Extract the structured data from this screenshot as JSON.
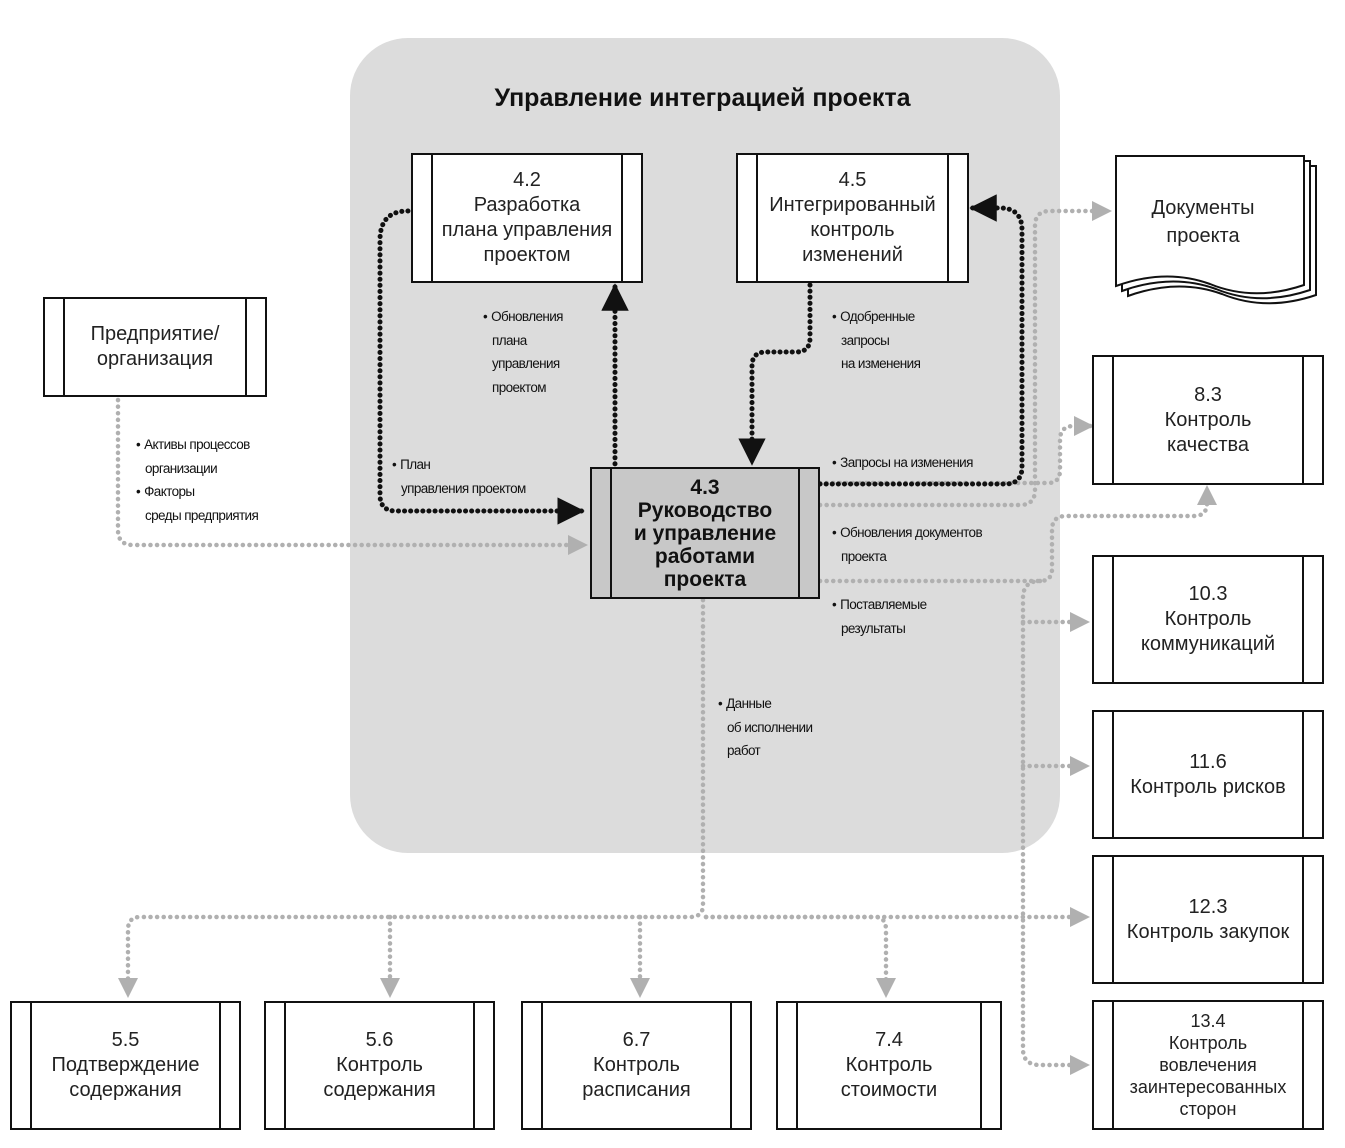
{
  "group": {
    "title": "Управление интеграцией проекта"
  },
  "processes": {
    "p42": {
      "num": "4.2",
      "lines": [
        "Разработка",
        "плана управления",
        "проектом"
      ]
    },
    "p45": {
      "num": "4.5",
      "lines": [
        "Интегрированный",
        "контроль",
        "изменений"
      ]
    },
    "p43": {
      "num": "4.3",
      "lines": [
        "Руководство",
        "и управление",
        "работами",
        "проекта"
      ]
    },
    "p83": {
      "num": "8.3",
      "lines": [
        "Контроль",
        "качества"
      ]
    },
    "p103": {
      "num": "10.3",
      "lines": [
        "Контроль",
        "коммуникаций"
      ]
    },
    "p116": {
      "num": "11.6",
      "lines": [
        "Контроль рисков"
      ]
    },
    "p123": {
      "num": "12.3",
      "lines": [
        "Контроль закупок"
      ]
    },
    "p134": {
      "num": "13.4",
      "lines": [
        "Контроль",
        "вовлечения",
        "заинтересованных",
        "сторон"
      ]
    },
    "p55": {
      "num": "5.5",
      "lines": [
        "Подтверждение",
        "содержания"
      ]
    },
    "p56": {
      "num": "5.6",
      "lines": [
        "Контроль",
        "содержания"
      ]
    },
    "p67": {
      "num": "6.7",
      "lines": [
        "Контроль",
        "расписания"
      ]
    },
    "p74": {
      "num": "7.4",
      "lines": [
        "Контроль",
        "стоимости"
      ]
    }
  },
  "externals": {
    "enterprise": {
      "lines": [
        "Предприятие/",
        "организация"
      ]
    },
    "documents": {
      "lines": [
        "Документы",
        "проекта"
      ]
    }
  },
  "labels": {
    "plan_updates": [
      "Обновления",
      "плана",
      "управления",
      "проектом"
    ],
    "approved_changes": [
      "Одобренные",
      "запросы",
      "на изменения"
    ],
    "plan": [
      "План",
      "управления проектом"
    ],
    "org_assets": [
      "Активы процессов",
      "организации"
    ],
    "env_factors": [
      "Факторы",
      "среды предприятия"
    ],
    "change_requests": [
      "Запросы на изменения"
    ],
    "doc_updates": [
      "Обновления документов",
      "проекта"
    ],
    "deliverables": [
      "Поставляемые",
      "результаты"
    ],
    "work_data": [
      "Данные",
      "об исполнении",
      "работ"
    ]
  },
  "colors": {
    "group_bg": "#dcdcdc",
    "main_fill": "#c8c8c8",
    "dark_arrow": "#111111",
    "grey_arrow": "#b0b0b0"
  }
}
